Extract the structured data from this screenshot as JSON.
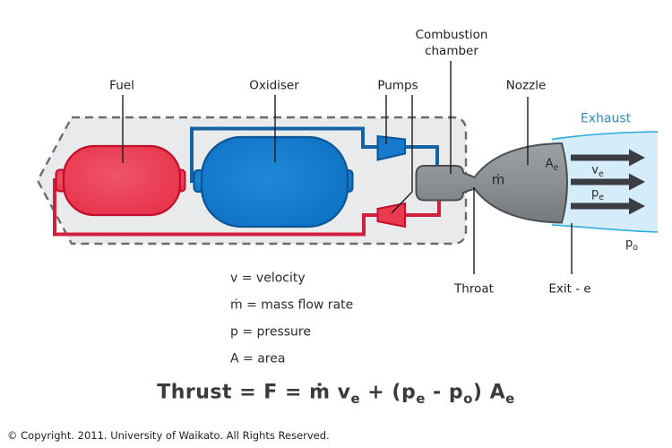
{
  "labels": {
    "fuel": "Fuel",
    "oxidiser": "Oxidiser",
    "pumps": "Pumps",
    "combustion_chamber": "Combustion chamber",
    "nozzle": "Nozzle",
    "exhaust": "Exhaust",
    "throat": "Throat",
    "exit": "Exit - e"
  },
  "flow_labels": {
    "mdot": "ṁ",
    "ae": {
      "base": "A",
      "sub": "e"
    },
    "ve": {
      "base": "v",
      "sub": "e"
    },
    "pe": {
      "base": "p",
      "sub": "e"
    },
    "po": {
      "base": "p",
      "sub": "o"
    }
  },
  "legend": {
    "items": [
      "v = velocity",
      "ṁ = mass flow rate",
      "p = pressure",
      "A = area"
    ]
  },
  "equation": {
    "p1": "Thrust = F = ṁ v",
    "s1": "e",
    "p2": " + (p",
    "s2": "e",
    "p3": " - p",
    "s3": "o",
    "p4": ") A",
    "s4": "e"
  },
  "footer": {
    "copyright": "© Copyright. 2011. University of Waikato. All Rights Reserved."
  },
  "colors": {
    "rocket_body_fill": "#e9eaeb",
    "rocket_body_dash": "#696c6f",
    "fuel_red": "#e62e47",
    "fuel_red_light": "#ef5468",
    "fuel_border": "#c00e2c",
    "oxidiser_blue": "#0b6fc0",
    "oxidiser_blue_light": "#2188d8",
    "oxidiser_border": "#0a5596",
    "pipe_blue": "#1464a5",
    "pipe_red": "#d31f3e",
    "pump_blue": "#1779cb",
    "pump_red": "#e93a50",
    "engine_gray": "#8e9194",
    "engine_gray_light": "#9ea1a4",
    "engine_gray_dark": "#76797d",
    "engine_border": "#4a4e52",
    "exhaust_fill": "#d5edfb",
    "exhaust_stroke": "#2aa7dc",
    "arrow_color": "#3a3d41",
    "pointer_line": "#1a1a1a",
    "text_dark": "#1e1e1e",
    "exhaust_text": "#2e89b8",
    "equation_color": "#3a3a3a"
  }
}
